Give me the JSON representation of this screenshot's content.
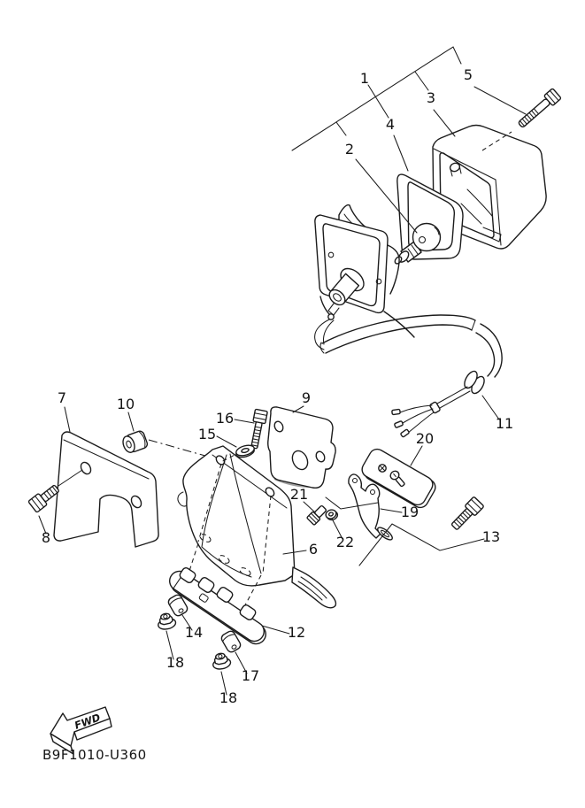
{
  "diagram": {
    "code": "B9F1010-U360",
    "fwd_label": "FWD",
    "callouts": [
      {
        "num": "1"
      },
      {
        "num": "2"
      },
      {
        "num": "3"
      },
      {
        "num": "4"
      },
      {
        "num": "5"
      },
      {
        "num": "6"
      },
      {
        "num": "7"
      },
      {
        "num": "8"
      },
      {
        "num": "9"
      },
      {
        "num": "10"
      },
      {
        "num": "11"
      },
      {
        "num": "12"
      },
      {
        "num": "13"
      },
      {
        "num": "14"
      },
      {
        "num": "15"
      },
      {
        "num": "16"
      },
      {
        "num": "17"
      },
      {
        "num": "18"
      },
      {
        "num": "18"
      },
      {
        "num": "19"
      },
      {
        "num": "20"
      },
      {
        "num": "21"
      },
      {
        "num": "22"
      }
    ],
    "colors": {
      "line": "#1c1c1c",
      "background": "#ffffff",
      "shade": "#9e9e9e"
    }
  }
}
